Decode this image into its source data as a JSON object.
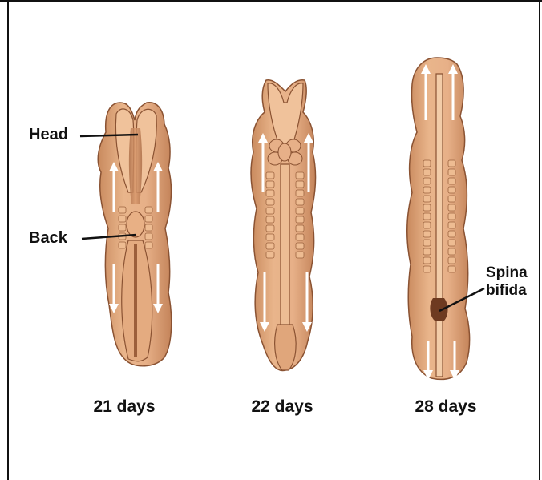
{
  "labels": {
    "head": "Head",
    "back": "Back",
    "spina_line1": "Spina",
    "spina_line2": "bifida"
  },
  "stages": [
    {
      "label": "21 days"
    },
    {
      "label": "22 days"
    },
    {
      "label": "28 days"
    }
  ],
  "colors": {
    "tissue": "#dea37a",
    "tissue_dark": "#b9784f",
    "tissue_light": "#f1c9a3",
    "outline": "#8a5232",
    "arrow": "#ffffff"
  }
}
